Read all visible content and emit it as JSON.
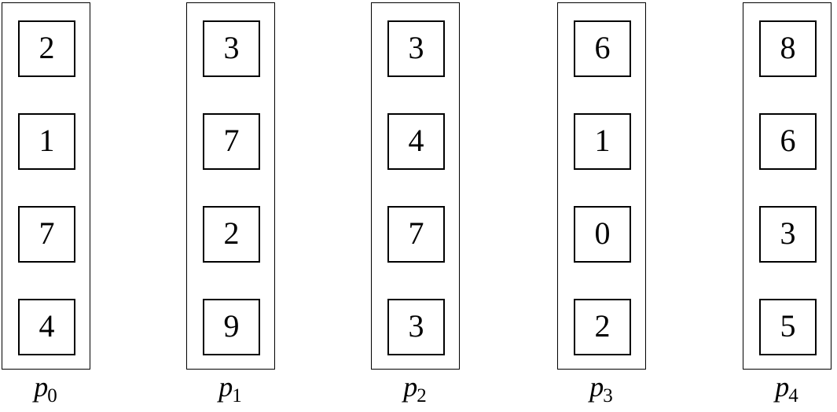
{
  "diagram": {
    "type": "array-of-processor-queues",
    "background_color": "#ffffff",
    "line_color": "#000000",
    "text_color": "#000000",
    "column_count": 5,
    "cells_per_column": 4
  },
  "columns": [
    {
      "label_main": "p",
      "label_sub": "0",
      "label_text": "p0",
      "values": [
        "2",
        "1",
        "7",
        "4"
      ]
    },
    {
      "label_main": "p",
      "label_sub": "1",
      "label_text": "p1",
      "values": [
        "3",
        "7",
        "2",
        "9"
      ]
    },
    {
      "label_main": "p",
      "label_sub": "2",
      "label_text": "p2",
      "values": [
        "3",
        "4",
        "7",
        "3"
      ]
    },
    {
      "label_main": "p",
      "label_sub": "3",
      "label_text": "p3",
      "values": [
        "6",
        "1",
        "0",
        "2"
      ]
    },
    {
      "label_main": "p",
      "label_sub": "4",
      "label_text": "p4",
      "values": [
        "8",
        "6",
        "3",
        "5"
      ]
    }
  ]
}
